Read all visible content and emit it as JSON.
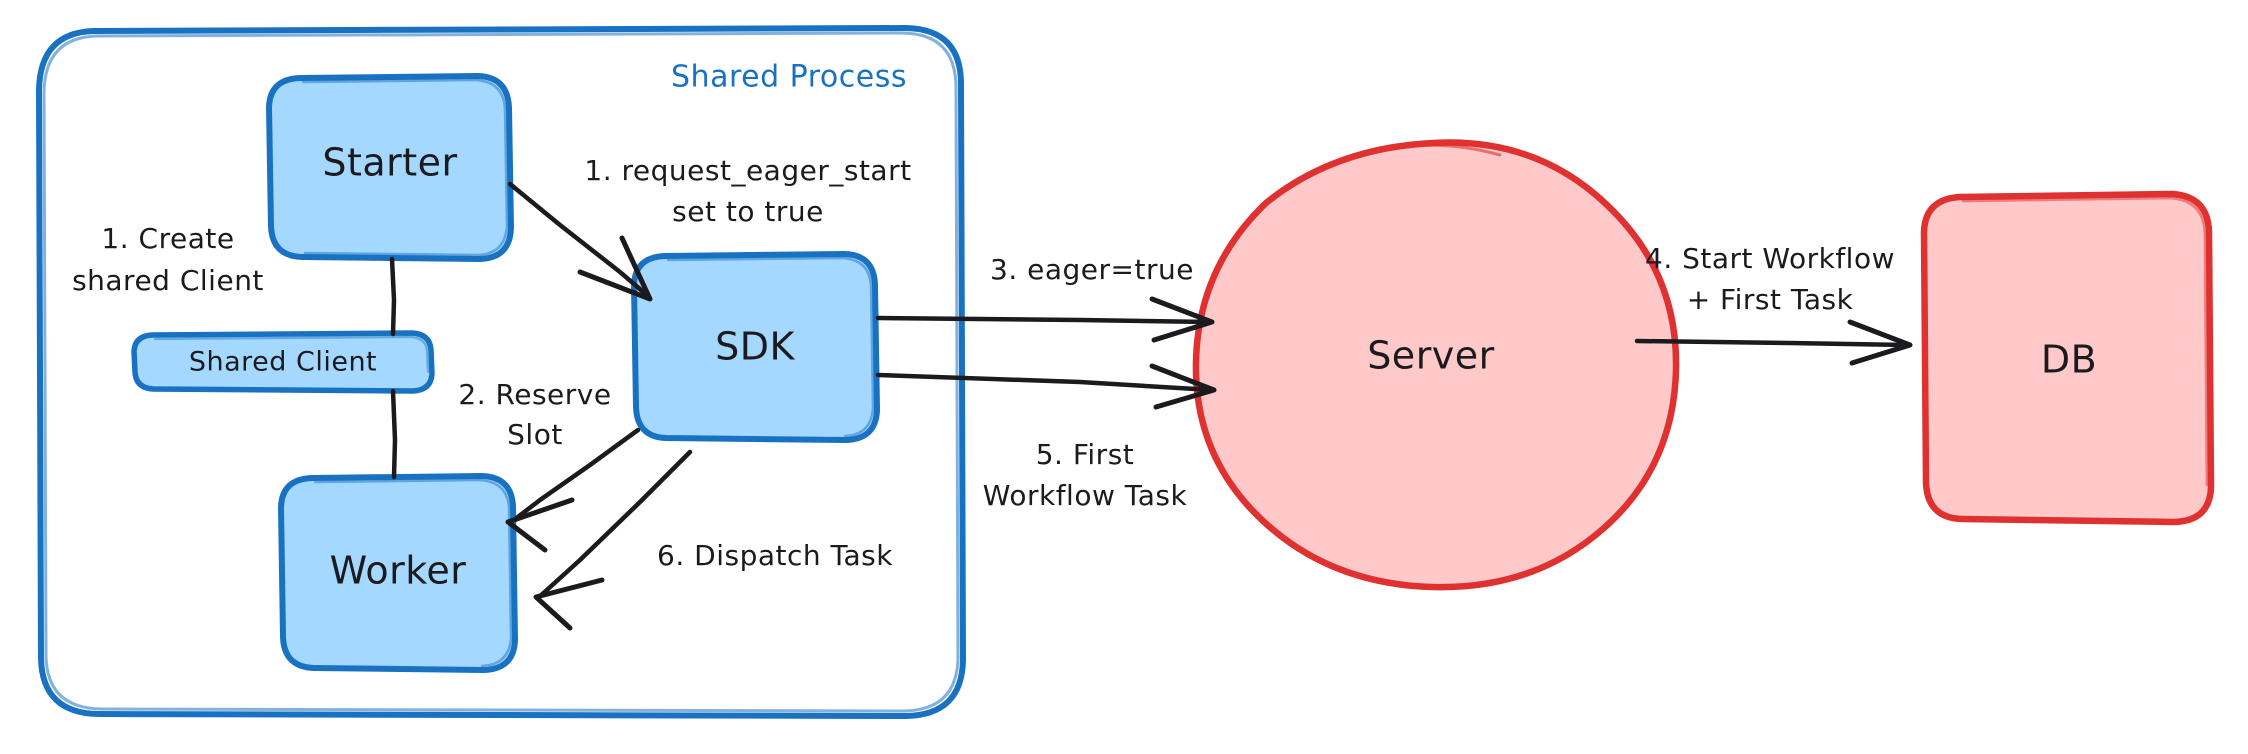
{
  "diagram": {
    "title": "Shared Process",
    "frame": {
      "label": "Shared Process",
      "stroke_color": "#1971c2",
      "fill_color": "#ffffff"
    },
    "palette": {
      "blue_fill": "#a5d8ff",
      "blue_stroke": "#1971c2",
      "red_fill": "#ffc9c9",
      "red_stroke": "#e03131",
      "text_color": "#1b1b1f",
      "background": "#ffffff"
    },
    "nodes": [
      {
        "id": "starter",
        "label": "Starter",
        "shape": "rounded-rect",
        "fill": "#a5d8ff",
        "stroke": "#1971c2"
      },
      {
        "id": "shared-client",
        "label": "Shared Client",
        "shape": "rounded-rect",
        "fill": "#a5d8ff",
        "stroke": "#1971c2"
      },
      {
        "id": "worker",
        "label": "Worker",
        "shape": "rounded-rect",
        "fill": "#a5d8ff",
        "stroke": "#1971c2"
      },
      {
        "id": "sdk",
        "label": "SDK",
        "shape": "rounded-rect",
        "fill": "#a5d8ff",
        "stroke": "#1971c2"
      },
      {
        "id": "server",
        "label": "Server",
        "shape": "ellipse",
        "fill": "#ffc9c9",
        "stroke": "#e03131"
      },
      {
        "id": "db",
        "label": "DB",
        "shape": "rounded-rect",
        "fill": "#ffc9c9",
        "stroke": "#e03131"
      }
    ],
    "edges": [
      {
        "id": "edge-create-shared-client",
        "from": "starter",
        "to": "shared-client",
        "label_lines": [
          "1. Create",
          "shared Client"
        ],
        "arrow": false
      },
      {
        "id": "edge-request-eager-start",
        "from": "starter",
        "to": "sdk",
        "label_lines": [
          "1. request_eager_start",
          "set to true"
        ],
        "arrow": true
      },
      {
        "id": "edge-reserve-slot",
        "from": "sdk",
        "to": "worker",
        "label_lines": [
          "2. Reserve",
          "Slot"
        ],
        "arrow": true
      },
      {
        "id": "edge-eager-true",
        "from": "sdk",
        "to": "server",
        "label_lines": [
          "3. eager=true"
        ],
        "arrow": true
      },
      {
        "id": "edge-start-workflow",
        "from": "server",
        "to": "db",
        "label_lines": [
          "4. Start Workflow",
          "+ First Task"
        ],
        "arrow": true
      },
      {
        "id": "edge-first-workflow-task",
        "from": "server",
        "to": "sdk",
        "label_lines": [
          "5. First",
          "Workflow Task"
        ],
        "arrow": true
      },
      {
        "id": "edge-dispatch-task",
        "from": "sdk",
        "to": "worker",
        "label_lines": [
          "6. Dispatch Task"
        ],
        "arrow": true
      },
      {
        "id": "edge-shared-client-worker",
        "from": "shared-client",
        "to": "worker",
        "label_lines": [],
        "arrow": false
      }
    ],
    "labels": {
      "frame_title": "Shared Process",
      "node_starter": "Starter",
      "node_shared_client": "Shared Client",
      "node_worker": "Worker",
      "node_sdk": "SDK",
      "node_server": "Server",
      "node_db": "DB",
      "step1a_line1": "1. Create",
      "step1a_line2": "shared Client",
      "step1b_line1": "1. request_eager_start",
      "step1b_line2": "set to true",
      "step2_line1": "2. Reserve",
      "step2_line2": "Slot",
      "step3_line1": "3. eager=true",
      "step4_line1": "4. Start Workflow",
      "step4_line2": "+ First Task",
      "step5_line1": "5. First",
      "step5_line2": "Workflow Task",
      "step6_line1": "6. Dispatch Task"
    }
  }
}
